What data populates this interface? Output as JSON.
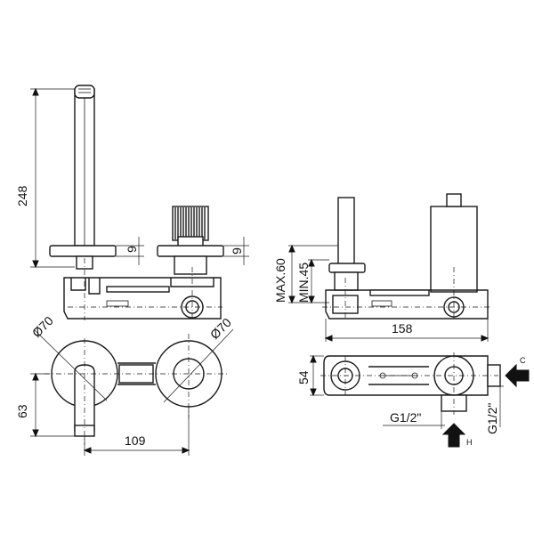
{
  "dimensions": {
    "height_spout": "248",
    "plate_thickness_left": "9",
    "plate_thickness_right": "9",
    "diameter_left": "Ø70",
    "diameter_right": "Ø70",
    "height_offset": "63",
    "centers_distance": "109",
    "max_depth": "MAX.60",
    "min_depth": "MIN.45",
    "body_length": "158",
    "body_width": "54",
    "thread_bottom": "G1/2\"",
    "thread_side": "G1/2\""
  },
  "connections": {
    "cold_label": "C",
    "hot_label": "H"
  }
}
